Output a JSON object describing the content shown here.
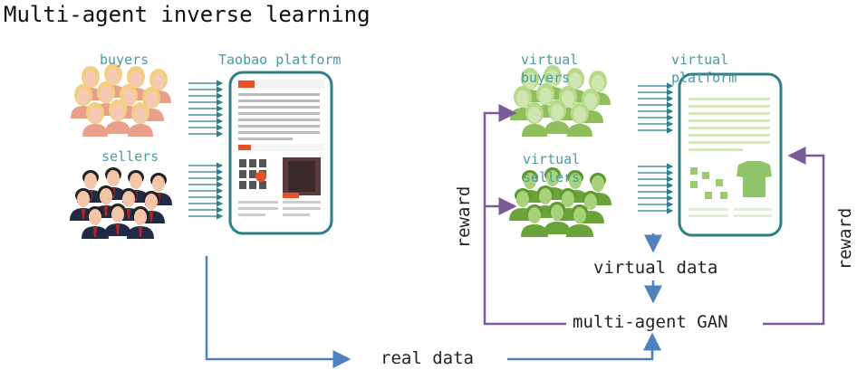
{
  "title": "Multi-agent inverse learning",
  "labels": {
    "buyers": "buyers",
    "sellers": "sellers",
    "taobao_platform": "Taobao platform",
    "virtual_buyers": "virtual\nbuyers",
    "virtual_sellers": "virtual\nsellers",
    "virtual_platform": "virtual\nplatform",
    "virtual_data": "virtual data",
    "multi_agent_gan": "multi-agent GAN",
    "real_data": "real data",
    "reward_left": "reward",
    "reward_right": "reward"
  },
  "colors": {
    "teal": "#2f7f86",
    "blue_arrow": "#4f81bd",
    "purple_arrow": "#7b5a98",
    "buyer_skin": "#f2b6a0",
    "buyer_hair": "#f3cf7a",
    "seller_suit": "#1f2a44",
    "virtual_green": "#7cb342"
  }
}
